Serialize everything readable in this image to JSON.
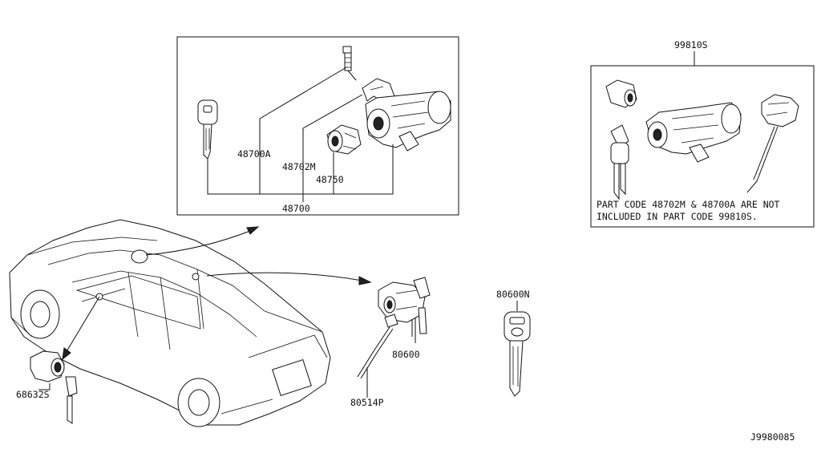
{
  "labels": {
    "p99810s": "99810S",
    "p48700a": "48700A",
    "p48702m": "48702M",
    "p48750": "48750",
    "p48700": "48700",
    "p80600n": "80600N",
    "p80600": "80600",
    "p80514p": "80514P",
    "p68632s": "68632S",
    "diagram_id": "J9980085"
  },
  "note": {
    "line1": "PART CODE 48702M & 48700A ARE NOT",
    "line2": "INCLUDED IN PART CODE 99810S."
  }
}
